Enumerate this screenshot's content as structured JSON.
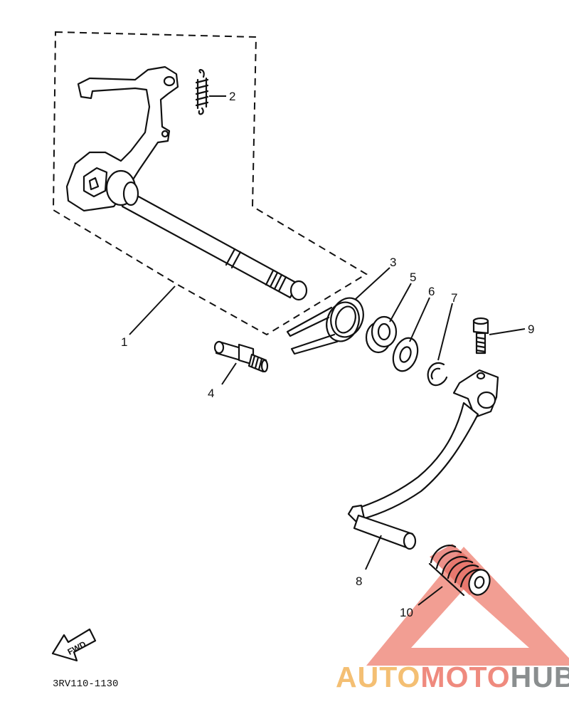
{
  "callouts": {
    "c1": "1",
    "c2": "2",
    "c3": "3",
    "c4": "4",
    "c5": "5",
    "c6": "6",
    "c7": "7",
    "c8": "8",
    "c9": "9",
    "c10": "10"
  },
  "part_code": "3RV110-1130",
  "fwd_label": "FWD",
  "watermark": {
    "part1": "AUTO",
    "part2": "MOTO",
    "part3": "HUB"
  },
  "colors": {
    "line": "#111111",
    "watermark_triangle": "#f08d80",
    "watermark_orange": "#f4bf73",
    "watermark_red": "#ef8a7e",
    "watermark_gray": "#8a8e8f",
    "rubber": "#e46b62"
  }
}
